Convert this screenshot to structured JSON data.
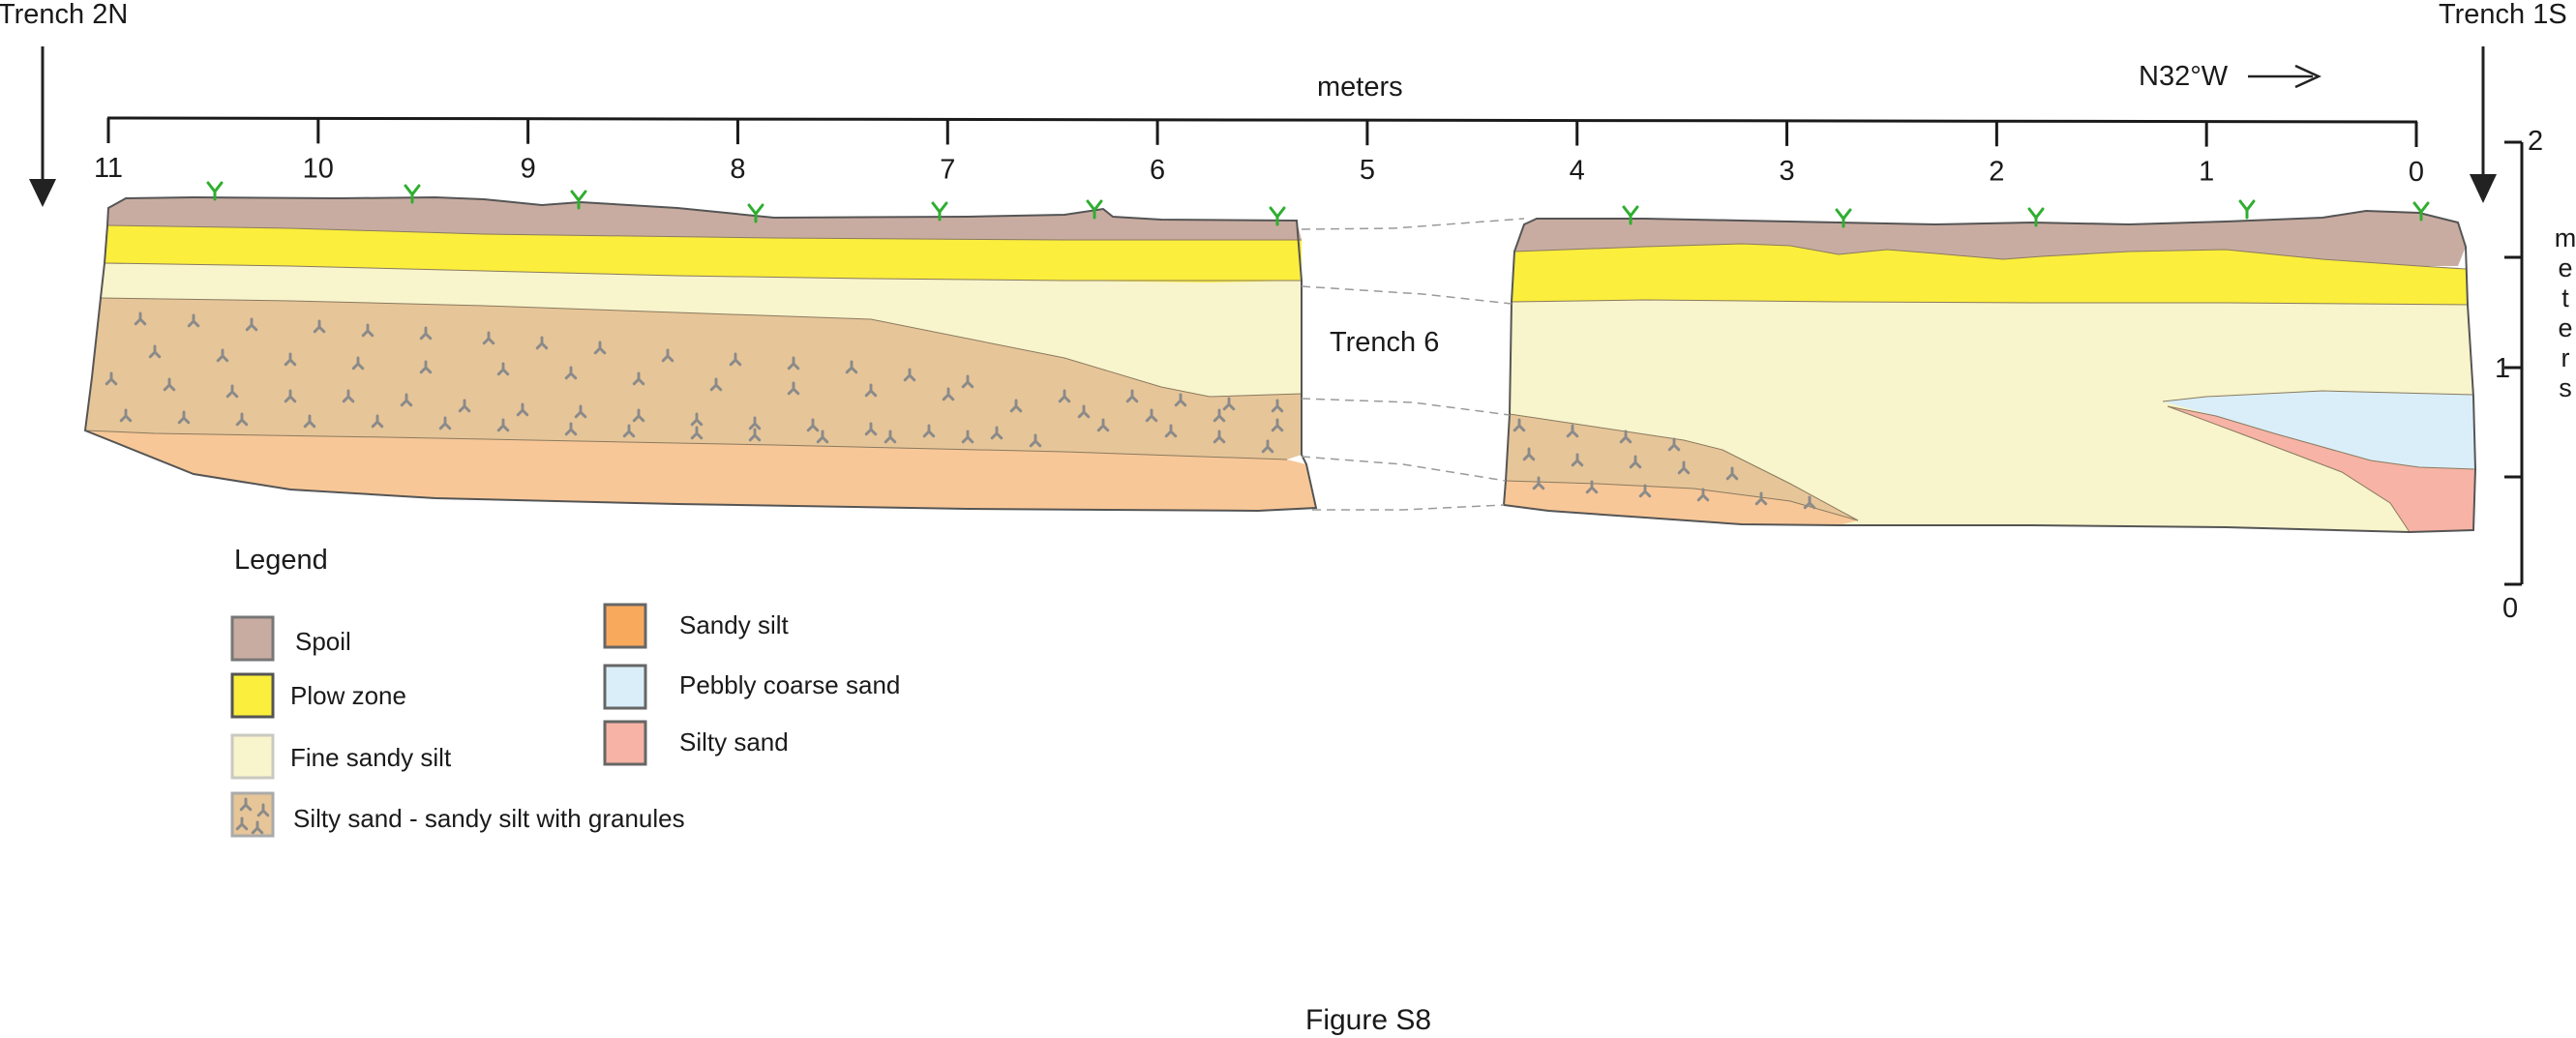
{
  "labels": {
    "trench_left": "Trench 2N",
    "trench_right": "Trench 1S",
    "trench_center": "Trench 6",
    "scale_title": "meters",
    "bearing": "N32°W",
    "caption": "Figure S8"
  },
  "horizontal_scale": {
    "ticks": [
      "11",
      "10",
      "9",
      "8",
      "7",
      "6",
      "5",
      "4",
      "3",
      "2",
      "1",
      "0"
    ],
    "unit": "meters"
  },
  "vertical_scale": {
    "ticks": [
      "2",
      "1",
      "0"
    ],
    "unit_letters": [
      "m",
      "e",
      "t",
      "e",
      "r",
      "s"
    ]
  },
  "legend": {
    "title": "Legend",
    "items": [
      {
        "key": "spoil",
        "label": "Spoil",
        "color": "#c9aca1"
      },
      {
        "key": "plow",
        "label": "Plow zone",
        "color": "#fbee3c"
      },
      {
        "key": "fine",
        "label": "Fine sandy silt",
        "color": "#f8f4cb"
      },
      {
        "key": "granules",
        "label": "Silty sand - sandy silt with granules",
        "color": "#e6c598"
      },
      {
        "key": "sandysilt",
        "label": "Sandy silt",
        "color": "#f9a95c"
      },
      {
        "key": "pebbly",
        "label": "Pebbly coarse sand",
        "color": "#d9eef8"
      },
      {
        "key": "siltysand",
        "label": "Silty sand",
        "color": "#f6b3a6"
      }
    ]
  },
  "colors": {
    "sandy_silt_fill": "#f8c797",
    "outline": "#555555",
    "vegetation": "#2fae2f",
    "granule_mark": "#8a8a8a"
  }
}
